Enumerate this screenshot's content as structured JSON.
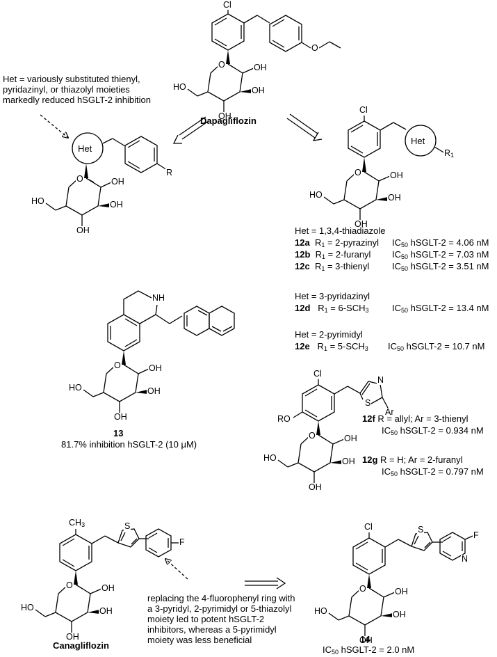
{
  "dapagliflozin": {
    "name": "Dapagliflozin",
    "cl": "Cl",
    "oh": "OH",
    "ho": "HO",
    "o": "O"
  },
  "het_note": {
    "line1": "Het = variously substituted thienyl,",
    "line2": "pyridazinyl, or thiazolyl moieties",
    "line3": "markedly reduced hSGLT-2 inhibition"
  },
  "generic_left": {
    "het": "Het",
    "r": "R"
  },
  "generic_right": {
    "het": "Het",
    "r": "R",
    "r_sub": "1"
  },
  "series_12": {
    "thiadiazole_label": "Het = 1,3,4-thiadiazole",
    "rows": [
      {
        "id": "12a",
        "r": "R",
        "r_sub": "1",
        "r_val": " = 2-pyrazinyl",
        "ic": "IC",
        "ic_sub": "50",
        "ic_val": " hSGLT-2 = 4.06 nM"
      },
      {
        "id": "12b",
        "r": "R",
        "r_sub": "1",
        "r_val": " = 2-furanyl",
        "ic": "IC",
        "ic_sub": "50",
        "ic_val": " hSGLT-2 = 7.03 nM"
      },
      {
        "id": "12c",
        "r": "R",
        "r_sub": "1",
        "r_val": " = 3-thienyl",
        "ic": "IC",
        "ic_sub": "50",
        "ic_val": " hSGLT-2 = 3.51 nM"
      }
    ],
    "pyridazinyl_label": "Het = 3-pyridazinyl",
    "row_12d": {
      "id": "12d",
      "r": "R",
      "r_sub": "1",
      "r_val": " = 6-SCH",
      "r_val_sub": "3",
      "ic": "IC",
      "ic_sub": "50",
      "ic_val": " hSGLT-2 = 13.4 nM"
    },
    "pyrimidyl_label": "Het = 2-pyrimidyl",
    "row_12e": {
      "id": "12e",
      "r": "R",
      "r_sub": "1",
      "r_val": " = 5-SCH",
      "r_val_sub": "3",
      "ic": "IC",
      "ic_sub": "50",
      "ic_val": " hSGLT-2 = 10.7 nM"
    }
  },
  "compound_13": {
    "id": "13",
    "nh": "NH",
    "caption": "81.7% inhibition hSGLT-2 (10 μM)"
  },
  "thiazole_compound": {
    "ro": "RO",
    "n": "N",
    "s": "S",
    "ar": "Ar",
    "cl": "Cl"
  },
  "row_12f": {
    "id": "12f",
    "text": " R = allyl;  Ar = 3-thienyl",
    "ic": "IC",
    "ic_sub": "50",
    "ic_val": " hSGLT-2 = 0.934 nM"
  },
  "row_12g": {
    "id": "12g",
    "text": " R = H;  Ar = 2-furanyl",
    "ic": "IC",
    "ic_sub": "50",
    "ic_val": " hSGLT-2 = 0.797 nM"
  },
  "canagliflozin": {
    "name": "Canagliflozin",
    "ch3": "CH",
    "ch3_sub": "3",
    "s": "S",
    "f": "F"
  },
  "cana_note": {
    "line1": "replacing the 4-fluorophenyl ring with",
    "line2": "a 3-pyridyl, 2-pyrimidyl or 5-thiazolyl",
    "line3": "moiety led to potent hSGLT-2",
    "line4": "inhibitors, whereas a 5-pyrimidyl",
    "line5": "moiety was less beneficial"
  },
  "compound_14": {
    "id": "14",
    "cl": "Cl",
    "s": "S",
    "n": "N",
    "f": "F",
    "ic": "IC",
    "ic_sub": "50",
    "ic_val": " hSGLT-2 = 2.0 nM"
  }
}
